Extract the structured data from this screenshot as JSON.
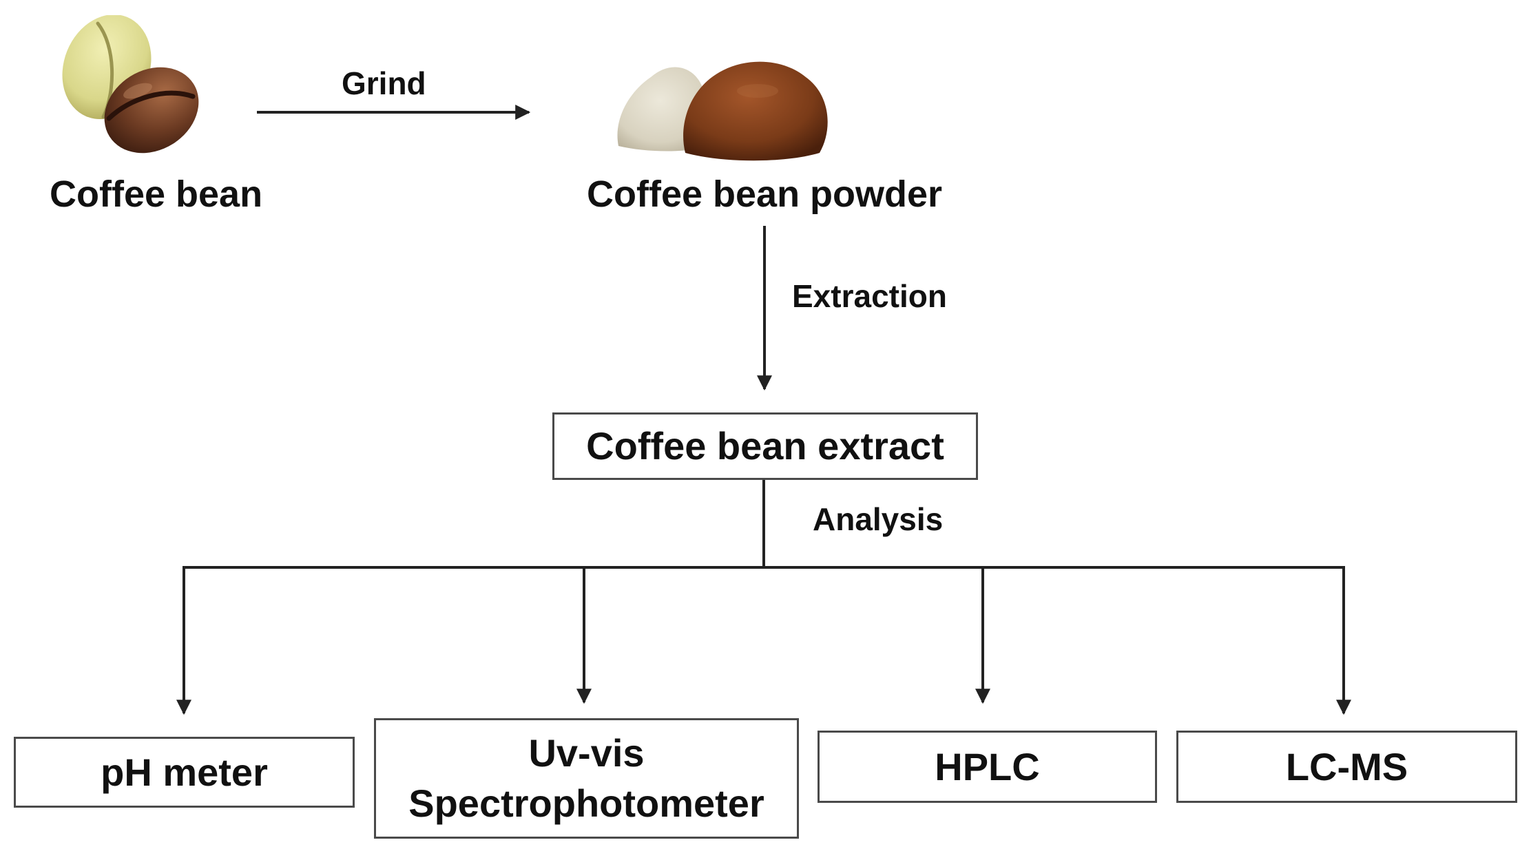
{
  "nodes": {
    "coffee_bean": "Coffee bean",
    "coffee_bean_powder": "Coffee bean powder",
    "coffee_bean_extract": "Coffee bean extract",
    "ph_meter": "pH meter",
    "uv_vis_line1": "Uv-vis",
    "uv_vis_line2": "Spectrophotometer",
    "hplc": "HPLC",
    "lc_ms": "LC-MS"
  },
  "edges": {
    "grind": "Grind",
    "extraction": "Extraction",
    "analysis": "Analysis"
  },
  "colors": {
    "line": "#222222",
    "box_border": "#4a4a4a",
    "green_bean": "#d9d78a",
    "roasted_bean": "#6b3a22",
    "green_powder": "#d8d2bf",
    "roasted_powder": "#7a3b18"
  },
  "icons": [
    "coffee-beans-illustration",
    "coffee-powder-illustration"
  ]
}
